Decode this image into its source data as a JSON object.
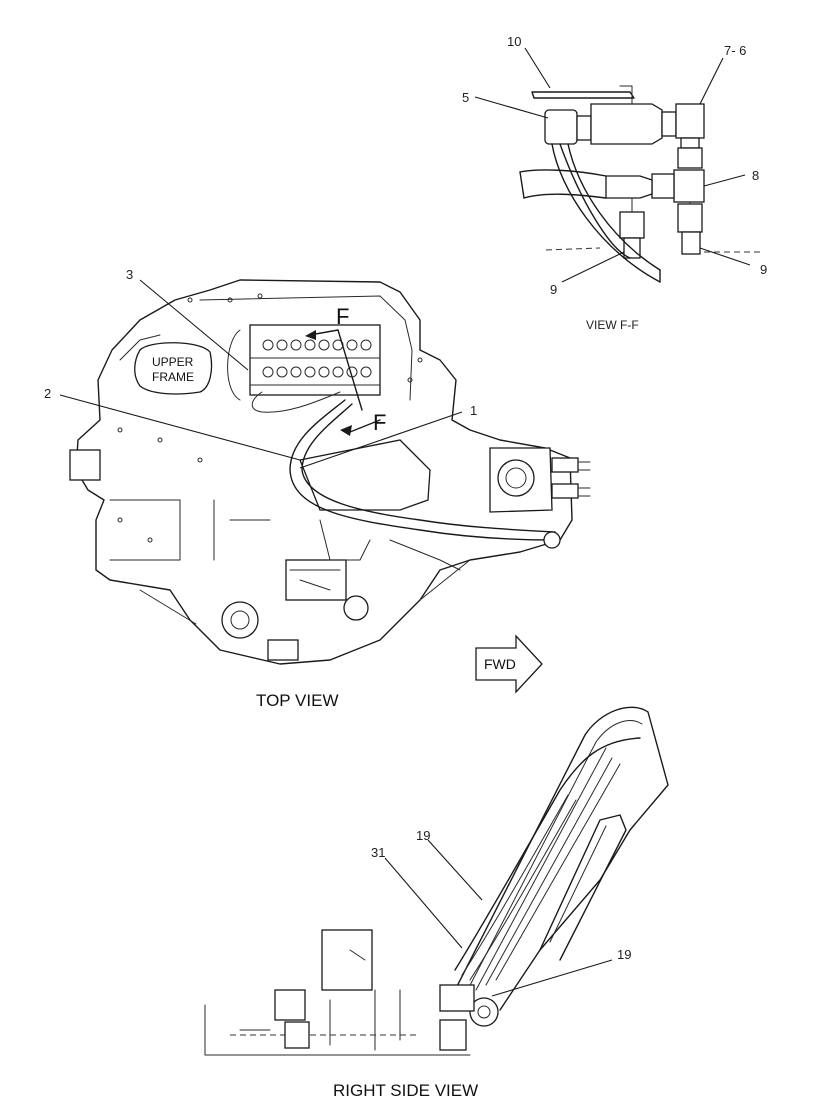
{
  "views": {
    "top_view": {
      "caption": "TOP VIEW",
      "frame_label_line1": "UPPER",
      "frame_label_line2": "FRAME",
      "section_mark": "F"
    },
    "view_ff": {
      "caption": "VIEW F-F"
    },
    "right_side_view": {
      "caption": "RIGHT SIDE VIEW"
    }
  },
  "direction_arrow": {
    "label": "FWD"
  },
  "callouts": {
    "c10": "10",
    "c7_6": "7- 6",
    "c5": "5",
    "c8": "8",
    "c9_left": "9",
    "c9_right": "9",
    "c3": "3",
    "c2": "2",
    "c1": "1",
    "c19_upper": "19",
    "c31": "31",
    "c19_lower": "19"
  }
}
